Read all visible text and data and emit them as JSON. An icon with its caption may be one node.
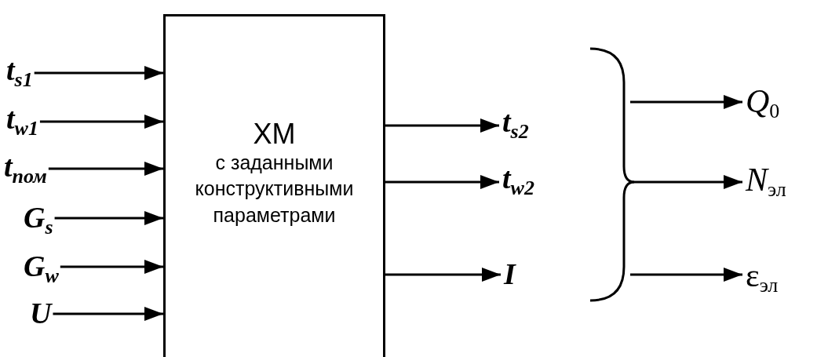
{
  "diagram": {
    "nodes": [
      {
        "text": [
          "ХМ",
          "с заданными конструктивными параметрами"
        ]
      },
      {
        "text": [
          "t$_{s1}$"
        ]
      },
      {
        "text": [
          "t$_{w1}$"
        ]
      },
      {
        "text": [
          "t$_{пом}$"
        ]
      },
      {
        "text": [
          "G$_{s}$"
        ]
      },
      {
        "text": [
          "G$_{w}$"
        ]
      },
      {
        "text": [
          "U"
        ]
      },
      {
        "text": [
          "t$_{s2}$"
        ]
      },
      {
        "text": [
          "t$_{w2}$"
        ]
      },
      {
        "text": [
          "I"
        ]
      },
      {
        "text": [
          "Q$_{0}$"
        ]
      },
      {
        "text": [
          "N$_{эл}$"
        ]
      },
      {
        "text": [
          "ε$_{эл}$"
        ]
      }
    ],
    "edges": [
      {
        "from": 1,
        "to": 0,
        "arrow": "to"
      },
      {
        "from": 2,
        "to": 0,
        "arrow": "to"
      },
      {
        "from": 3,
        "to": 0,
        "arrow": "to"
      },
      {
        "from": 4,
        "to": 0,
        "arrow": "to"
      },
      {
        "from": 5,
        "to": 0,
        "arrow": "to"
      },
      {
        "from": 6,
        "to": 0,
        "arrow": "to"
      },
      {
        "from": 0,
        "to": 7,
        "arrow": "to"
      },
      {
        "from": 0,
        "to": 8,
        "arrow": "to"
      },
      {
        "from": 0,
        "to": 9,
        "arrow": "to"
      },
      {
        "from": null,
        "to": 10,
        "arrow": "to"
      },
      {
        "from": null,
        "to": 11,
        "arrow": "to"
      },
      {
        "from": null,
        "to": 12,
        "arrow": "to"
      }
    ]
  }
}
